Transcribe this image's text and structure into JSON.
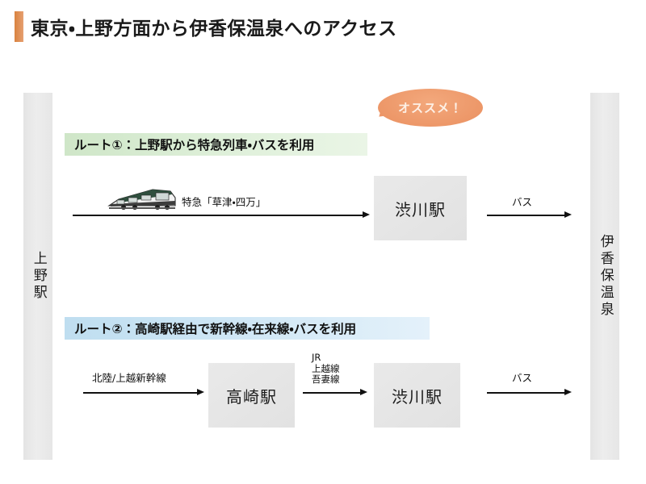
{
  "header": {
    "title": "東京・上野方面から伊香保温泉へのアクセス",
    "accent_color": "#e08a4e"
  },
  "endpoints": {
    "origin_label": "上野駅",
    "destination_label": "伊香保温泉"
  },
  "badge": {
    "text": "オススメ！",
    "color": "#ef9a6a"
  },
  "routes": [
    {
      "id": "route-1",
      "heading": "ルート①：上野駅から特急列車・バスを利用",
      "heading_color": "#cfe6c8",
      "segments": [
        {
          "label": "特急「草津・四万」",
          "icon": "train-photo"
        },
        {
          "label": "バス"
        }
      ],
      "stations": [
        {
          "name": "渋川駅"
        }
      ]
    },
    {
      "id": "route-2",
      "heading": "ルート②：高崎駅経由で新幹線・在来線・バスを利用",
      "heading_color": "#bfdef0",
      "segments": [
        {
          "label": "北陸/上越新幹線"
        },
        {
          "label_line1": "JR",
          "label_line2": "上越線",
          "label_line3": "吾妻線"
        },
        {
          "label": "バス"
        }
      ],
      "stations": [
        {
          "name": "高崎駅"
        },
        {
          "name": "渋川駅"
        }
      ]
    }
  ]
}
